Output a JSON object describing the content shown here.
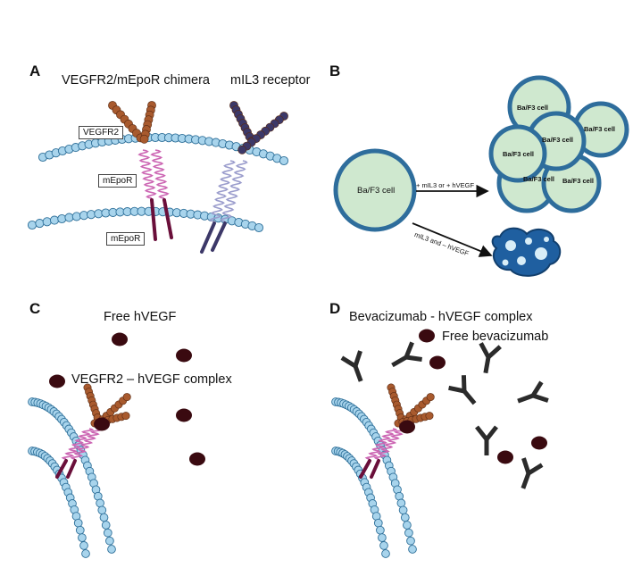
{
  "panels": {
    "a": {
      "letter": "A",
      "chimera_label": "VEGFR2/mEpoR chimera",
      "receptor_label": "mIL3 receptor",
      "box_vegfr2": "VEGFR2",
      "box_mepor1": "mEpoR",
      "box_mepor2": "mEpoR"
    },
    "b": {
      "letter": "B",
      "cell_label": "Ba/F3 cell",
      "arrow_top": "+ mIL3 or + hVEGF",
      "arrow_bottom": "mIL3 and – hVEGF"
    },
    "c": {
      "letter": "C",
      "free_label": "Free hVEGF",
      "complex_label": "VEGFR2 – hVEGF complex"
    },
    "d": {
      "letter": "D",
      "complex_label": "Bevacizumab - hVEGF complex",
      "free_label": "Free bevacizumab"
    }
  },
  "colors": {
    "membrane_bead": "#a8d4ec",
    "membrane_stroke": "#2d6f99",
    "vegfr2_domain": "#a85a2e",
    "mepor_coil": "#cc66b3",
    "receptor_dark": "#3c3868",
    "receptor_coil": "#9a9ccc",
    "cell_fill": "#cfe8cf",
    "cell_ring": "#2e6d9c",
    "hvegf": "#3a0a10",
    "antibody": "#2b2b2b"
  }
}
